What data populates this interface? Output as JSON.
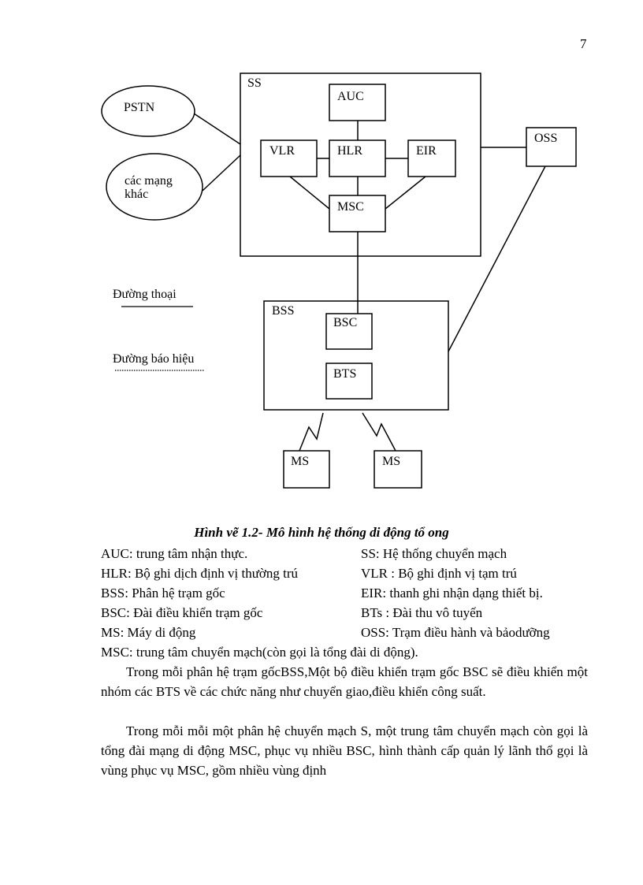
{
  "page_number": "7",
  "diagram": {
    "ss": "SS",
    "auc": "AUC",
    "vlr": "VLR",
    "hlr": "HLR",
    "eir": "EIR",
    "msc": "MSC",
    "oss": "OSS",
    "pstn": "PSTN",
    "other_networks_line1": "các mạng",
    "other_networks_line2": "khác",
    "bss": "BSS",
    "bsc": "BSC",
    "bts": "BTS",
    "ms_left": "MS",
    "ms_right": "MS",
    "voice_line_label": "Đường thoại",
    "signal_line_label": "Đường báo hiệu"
  },
  "caption": "Hình vẽ 1.2- Mô hình hệ thống di động tổ ong",
  "legend": [
    {
      "left": "AUC: trung tâm nhận thực.",
      "right": "SS: Hệ thống chuyển mạch"
    },
    {
      "left": "HLR: Bộ ghi dịch định vị thường trú",
      "right": "VLR : Bộ ghi định vị tạm trú"
    },
    {
      "left": "BSS: Phân hệ trạm gốc",
      "right": "EIR: thanh ghi nhận dạng thiết bị."
    },
    {
      "left": "BSC: Đài điều khiển trạm gốc",
      "right": "BTs : Đài thu vô tuyến"
    },
    {
      "left": "MS: Máy di động",
      "right": "OSS: Trạm điều hành và bảodưỡng"
    }
  ],
  "msc_line": "MSC: trung tâm chuyển mạch(còn gọi là tổng đài di động).",
  "paragraphs": [
    "Trong mỗi phân hệ trạm gốcBSS,Một bộ điều khiển trạm gốc BSC sẽ điều khiển một nhóm các BTS về các chức năng như chuyển giao,điều khiển công suất.",
    "Trong mỗi mỗi một phân hệ chuyển mạch S, một trung tâm chuyển mạch còn gọi là tổng đài mạng di động MSC, phục vụ nhiều BSC, hình thành cấp quản lý lãnh thổ gọi là vùng phục vụ MSC, gồm nhiều vùng định"
  ]
}
